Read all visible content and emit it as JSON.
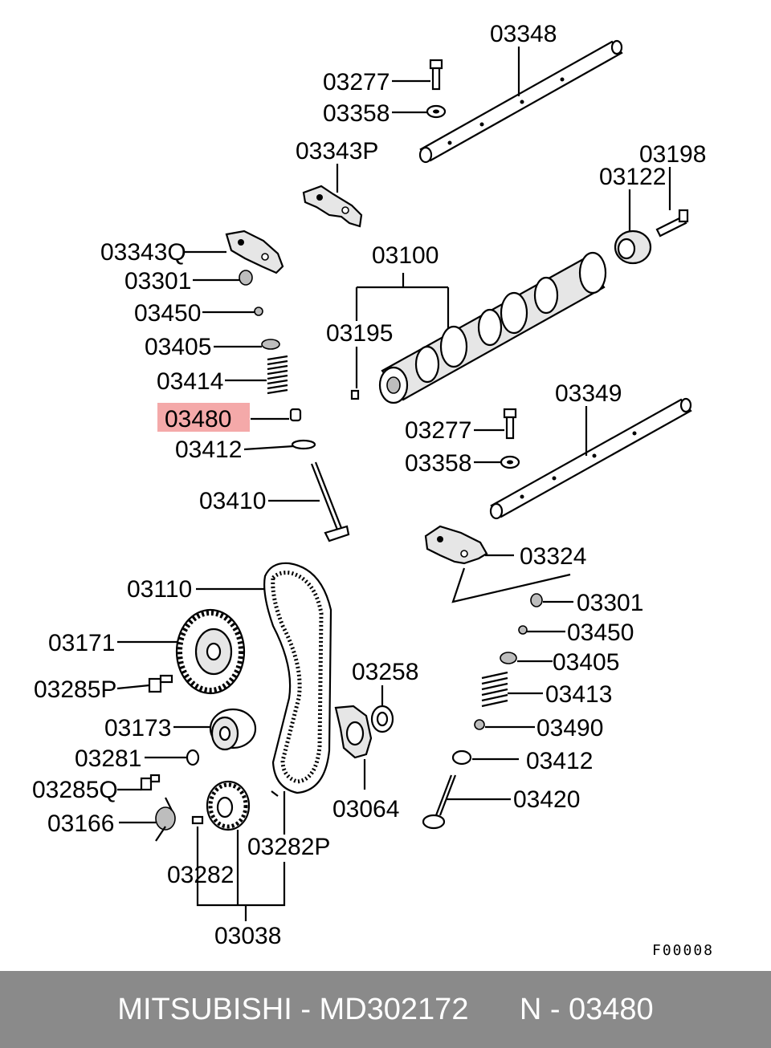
{
  "diagram": {
    "code": "F00008",
    "highlight_label": "03480",
    "labels": [
      "03348",
      "03277",
      "03358",
      "03343P",
      "03198",
      "03122",
      "03343Q",
      "03301",
      "03100",
      "03450",
      "03195",
      "03405",
      "03414",
      "03480",
      "03349",
      "03277",
      "03412",
      "03358",
      "03410",
      "03324",
      "03110",
      "03301",
      "03450",
      "03171",
      "03405",
      "03258",
      "03285P",
      "03413",
      "03173",
      "03490",
      "03281",
      "03412",
      "03285Q",
      "03420",
      "03064",
      "03166",
      "03282P",
      "03282",
      "03038"
    ]
  },
  "footer": {
    "brand": "MITSUBISHI",
    "part_number": "MD302172",
    "ref": "N - 03480"
  }
}
